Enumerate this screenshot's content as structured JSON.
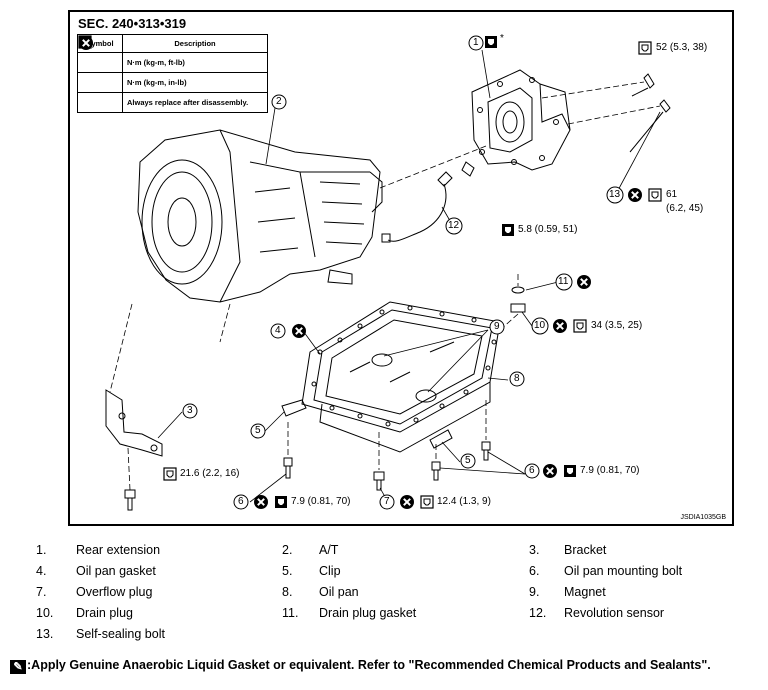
{
  "section": "SEC. 240•313•319",
  "code": "JSDIA1035GB",
  "symbol_table": {
    "headers": [
      "Symbol",
      "Description"
    ],
    "rows": [
      {
        "icon": "torque-wrench-icon",
        "description": "N·m (kg-m, ft-lb)"
      },
      {
        "icon": "torque-wrench-inlb-icon",
        "description": "N·m (kg-m, in-lb)"
      },
      {
        "icon": "replace-icon",
        "description": "Always replace after disassembly."
      }
    ]
  },
  "callouts": {
    "c1": "1",
    "c1_star": "*",
    "c2": "2",
    "c3": "3",
    "c4": "4",
    "c5a": "5",
    "c5b": "5",
    "c6a": "6",
    "c6b": "6",
    "c7": "7",
    "c8": "8",
    "c9": "9",
    "c10": "10",
    "c11": "11",
    "c12": "12",
    "c13": "13"
  },
  "torques": {
    "t_rear_ext": "52 (5.3, 38)",
    "t_sensor": "5.8 (0.59, 51)",
    "t_self_seal": "61",
    "t_self_seal2": "(6.2, 45)",
    "t_drain": "34 (3.5, 25)",
    "t_pan_right": "7.9 (0.81, 70)",
    "t_bracket": "21.6 (2.2, 16)",
    "t_pan_left": "7.9 (0.81, 70)",
    "t_overflow": "12.4 (1.3, 9)"
  },
  "legend": [
    {
      "n": "1.",
      "label": "Rear extension"
    },
    {
      "n": "2.",
      "label": "A/T"
    },
    {
      "n": "3.",
      "label": "Bracket"
    },
    {
      "n": "4.",
      "label": "Oil pan gasket"
    },
    {
      "n": "5.",
      "label": "Clip"
    },
    {
      "n": "6.",
      "label": "Oil pan mounting bolt"
    },
    {
      "n": "7.",
      "label": "Overflow plug"
    },
    {
      "n": "8.",
      "label": "Oil pan"
    },
    {
      "n": "9.",
      "label": "Magnet"
    },
    {
      "n": "10.",
      "label": "Drain plug"
    },
    {
      "n": "11.",
      "label": "Drain plug gasket"
    },
    {
      "n": "12.",
      "label": "Revolution sensor"
    },
    {
      "n": "13.",
      "label": "Self-sealing bolt"
    }
  ],
  "note": ":Apply Genuine Anaerobic Liquid Gasket or equivalent.  Refer to \"Recommended Chemical Products and Sealants\"."
}
